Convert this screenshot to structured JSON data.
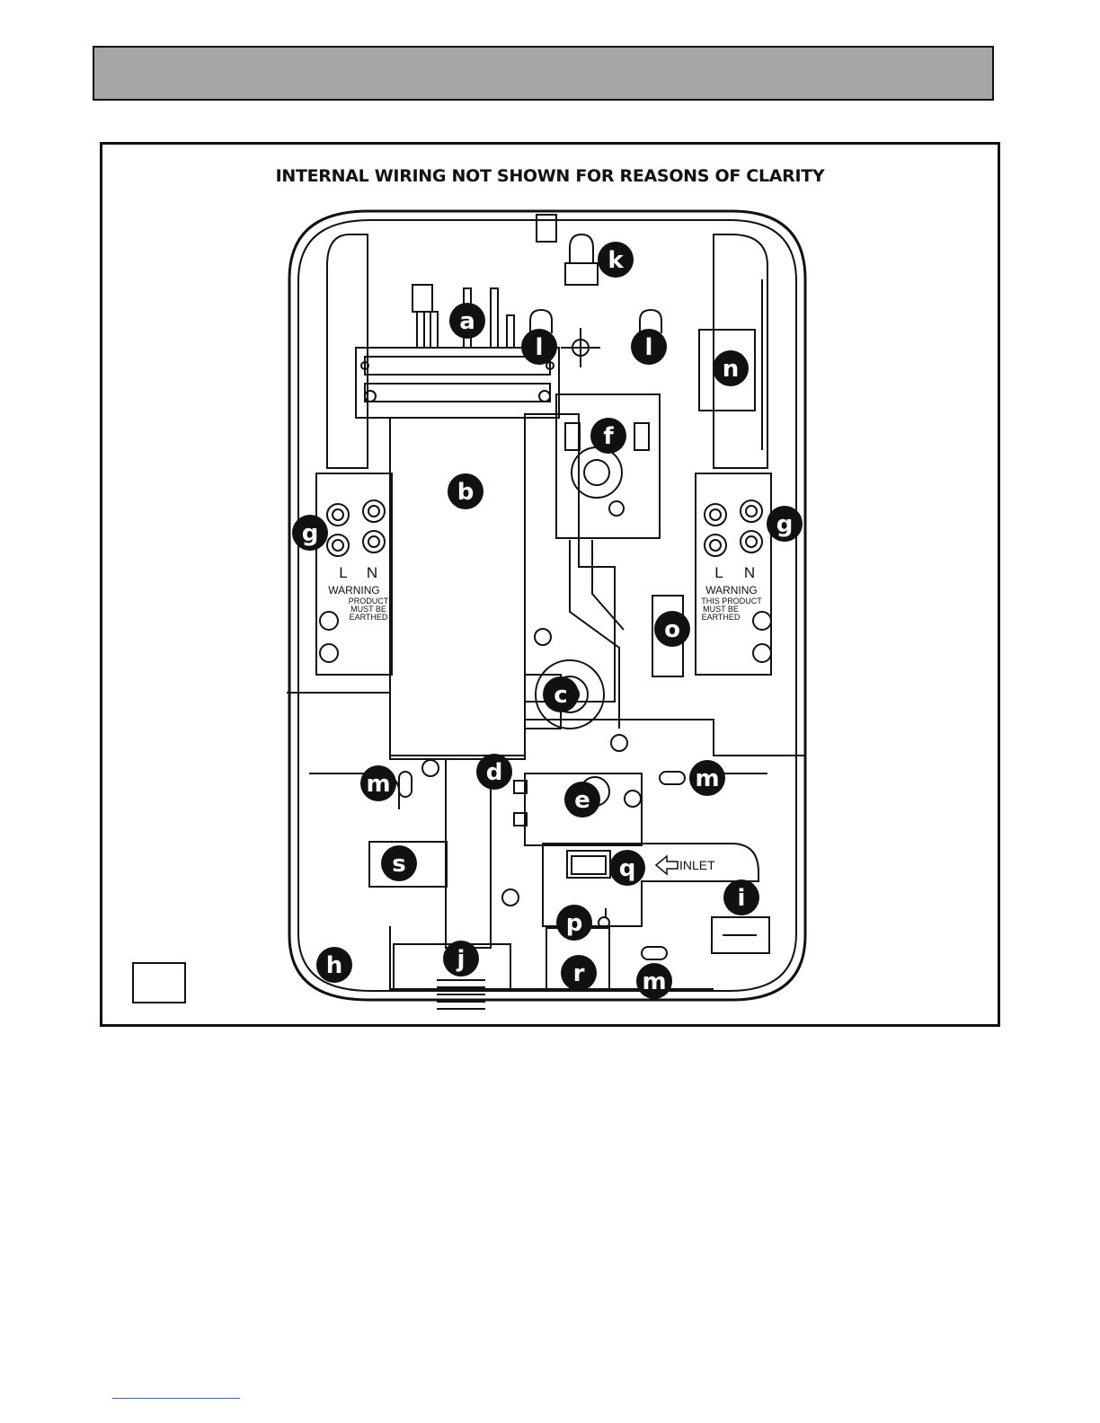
{
  "header": {
    "title": ""
  },
  "diagram": {
    "caption": "INTERNAL WIRING NOT SHOWN FOR REASONS OF CLARITY",
    "figure_number": "",
    "terminal_left": {
      "l": "L",
      "n": "N",
      "warning": "WARNING",
      "line1": "PRODUCT",
      "line2": "MUST BE",
      "line3": "EARTHED"
    },
    "terminal_right": {
      "l": "L",
      "n": "N",
      "warning": "WARNING",
      "line1": "THIS PRODUCT",
      "line2": "MUST BE",
      "line3": "EARTHED"
    },
    "inlet_label": "INLET",
    "labels": {
      "a": "a",
      "b": "b",
      "c": "c",
      "d": "d",
      "e": "e",
      "f": "f",
      "g_left": "g",
      "g_right": "g",
      "h": "h",
      "i": "i",
      "j": "j",
      "k": "k",
      "l_left": "l",
      "l_right": "l",
      "m_left": "m",
      "m_right": "m",
      "m_bottom": "m",
      "n": "n",
      "o": "o",
      "p": "p",
      "q": "q",
      "r": "r",
      "s": "s"
    }
  }
}
